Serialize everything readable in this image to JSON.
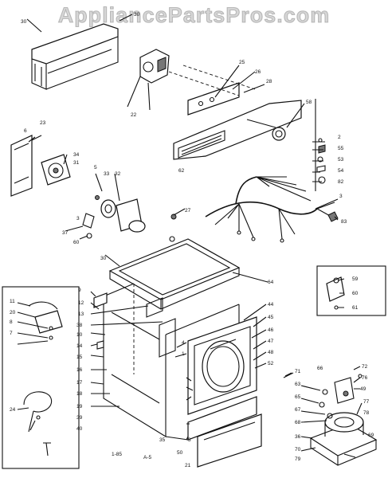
{
  "watermark": "AppliancePartsPros.com",
  "diagram_code": "A-5",
  "small_code": "1-85",
  "labels": [
    {
      "id": "l-30a",
      "text": "30"
    },
    {
      "id": "l-30b",
      "text": "30"
    },
    {
      "id": "l-22",
      "text": "22"
    },
    {
      "id": "l-25",
      "text": "25"
    },
    {
      "id": "l-26",
      "text": "26"
    },
    {
      "id": "l-28",
      "text": "28"
    },
    {
      "id": "l-58",
      "text": "58"
    },
    {
      "id": "l-62",
      "text": "62"
    },
    {
      "id": "l-2",
      "text": "2"
    },
    {
      "id": "l-55",
      "text": "55"
    },
    {
      "id": "l-53",
      "text": "53"
    },
    {
      "id": "l-54",
      "text": "54"
    },
    {
      "id": "l-82",
      "text": "82"
    },
    {
      "id": "l-3",
      "text": "3"
    },
    {
      "id": "l-83",
      "text": "83"
    },
    {
      "id": "l-6",
      "text": "6"
    },
    {
      "id": "l-34",
      "text": "34"
    },
    {
      "id": "l-31",
      "text": "31"
    },
    {
      "id": "l-5",
      "text": "5"
    },
    {
      "id": "l-33",
      "text": "33"
    },
    {
      "id": "l-32",
      "text": "32"
    },
    {
      "id": "l-27",
      "text": "27"
    },
    {
      "id": "l-3b",
      "text": "3"
    },
    {
      "id": "l-37",
      "text": "37"
    },
    {
      "id": "l-60",
      "text": "60"
    },
    {
      "id": "l-30c",
      "text": "30"
    },
    {
      "id": "l-64",
      "text": "64"
    },
    {
      "id": "l-59",
      "text": "59"
    },
    {
      "id": "l-60b",
      "text": "60"
    },
    {
      "id": "l-61",
      "text": "61"
    },
    {
      "id": "l-9",
      "text": "9"
    },
    {
      "id": "l-12",
      "text": "12"
    },
    {
      "id": "l-13",
      "text": "13"
    },
    {
      "id": "l-38",
      "text": "38"
    },
    {
      "id": "l-10",
      "text": "10"
    },
    {
      "id": "l-14",
      "text": "14"
    },
    {
      "id": "l-15",
      "text": "15"
    },
    {
      "id": "l-16",
      "text": "16"
    },
    {
      "id": "l-17",
      "text": "17"
    },
    {
      "id": "l-18",
      "text": "18"
    },
    {
      "id": "l-19",
      "text": "19"
    },
    {
      "id": "l-11",
      "text": "11"
    },
    {
      "id": "l-20",
      "text": "20"
    },
    {
      "id": "l-8",
      "text": "8"
    },
    {
      "id": "l-7",
      "text": "7"
    },
    {
      "id": "l-24",
      "text": "24"
    },
    {
      "id": "l-44",
      "text": "44"
    },
    {
      "id": "l-45",
      "text": "45"
    },
    {
      "id": "l-46",
      "text": "46"
    },
    {
      "id": "l-47",
      "text": "47"
    },
    {
      "id": "l-48",
      "text": "48"
    },
    {
      "id": "l-49",
      "text": "49"
    },
    {
      "id": "l-52",
      "text": "52"
    },
    {
      "id": "l-71",
      "text": "71"
    },
    {
      "id": "l-72",
      "text": "72"
    },
    {
      "id": "l-76",
      "text": "76"
    },
    {
      "id": "l-77",
      "text": "77"
    },
    {
      "id": "l-78",
      "text": "78"
    },
    {
      "id": "l-79",
      "text": "79"
    },
    {
      "id": "l-36",
      "text": "36"
    },
    {
      "id": "l-70",
      "text": "70"
    },
    {
      "id": "l-63",
      "text": "63"
    },
    {
      "id": "l-65",
      "text": "65"
    },
    {
      "id": "l-66",
      "text": "66"
    },
    {
      "id": "l-67",
      "text": "67"
    },
    {
      "id": "l-68",
      "text": "68"
    },
    {
      "id": "l-69",
      "text": "69"
    },
    {
      "id": "l-50",
      "text": "50"
    },
    {
      "id": "l-35",
      "text": "35"
    },
    {
      "id": "l-21",
      "text": "21"
    },
    {
      "id": "l-4",
      "text": "4"
    },
    {
      "id": "l-1",
      "text": "1"
    },
    {
      "id": "l-39",
      "text": "39"
    },
    {
      "id": "l-40",
      "text": "40"
    },
    {
      "id": "l-23",
      "text": "23"
    },
    {
      "id": "l-3c",
      "text": "3"
    }
  ]
}
